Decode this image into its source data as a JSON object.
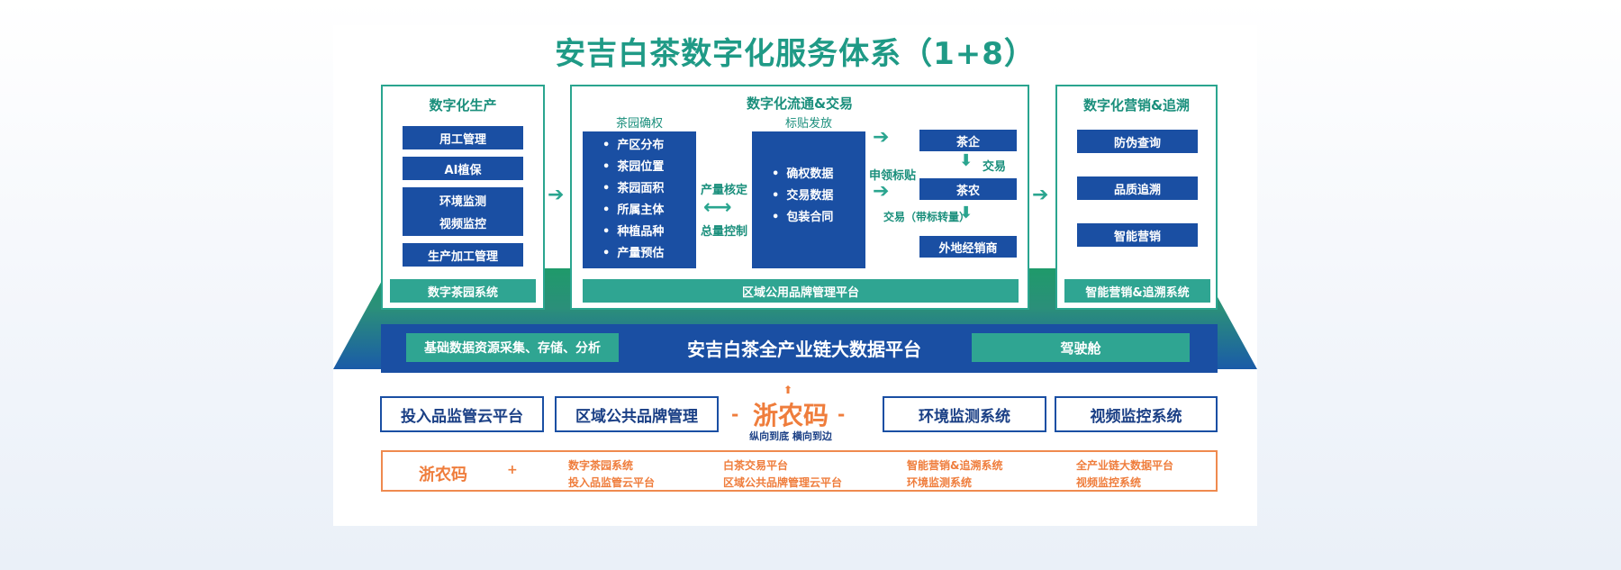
{
  "title": "安吉白茶数字化服务体系（1+8）",
  "left": {
    "title": "数字化生产",
    "items": [
      "用工管理",
      "AI植保",
      "环境监测",
      "视频监控",
      "生产加工管理"
    ],
    "bar": "数字茶园系统"
  },
  "middle": {
    "title": "数字化流通&交易",
    "tea_garden": {
      "label": "茶园确权",
      "items": [
        "产区分布",
        "茶园位置",
        "茶园面积",
        "所属主体",
        "种植品种",
        "产量预估"
      ]
    },
    "exchange_top": "产量核定",
    "exchange_bottom": "总量控制",
    "label_issue": {
      "label": "标贴发放",
      "items": [
        "确权数据",
        "交易数据",
        "包装合同"
      ]
    },
    "apply_label": "申领标贴",
    "flow": {
      "enterprise": "茶企",
      "trade": "交易",
      "farmer": "茶农",
      "trade_transfer": "交易（带标转量）",
      "dealer": "外地经销商"
    },
    "bar": "区域公用品牌管理平台"
  },
  "right": {
    "title": "数字化营销&追溯",
    "items": [
      "防伪查询",
      "品质追溯",
      "智能营销"
    ],
    "bar": "智能营销&追溯系统"
  },
  "base": {
    "left": "基础数据资源采集、存储、分析",
    "center": "安吉白茶全产业链大数据平台",
    "right": "驾驶舱"
  },
  "bottom": {
    "boxes": [
      "投入品监管云平台",
      "区域公共品牌管理",
      "环境监测系统",
      "视频监控系统"
    ],
    "center_title": "浙农码",
    "center_sub": "纵向到底 横向到边"
  },
  "legend": {
    "title": "浙农码",
    "plus": "+",
    "cols": [
      [
        "数字茶园系统",
        "投入品监管云平台"
      ],
      [
        "白茶交易平台",
        "区域公共品牌管理云平台"
      ],
      [
        "智能营销&追溯系统",
        "环境监测系统"
      ],
      [
        "全产业链大数据平台",
        "视频监控系统"
      ]
    ]
  },
  "colors": {
    "teal": "#2aa58f",
    "navy": "#1a4fa3",
    "orange": "#ef7d3c"
  }
}
